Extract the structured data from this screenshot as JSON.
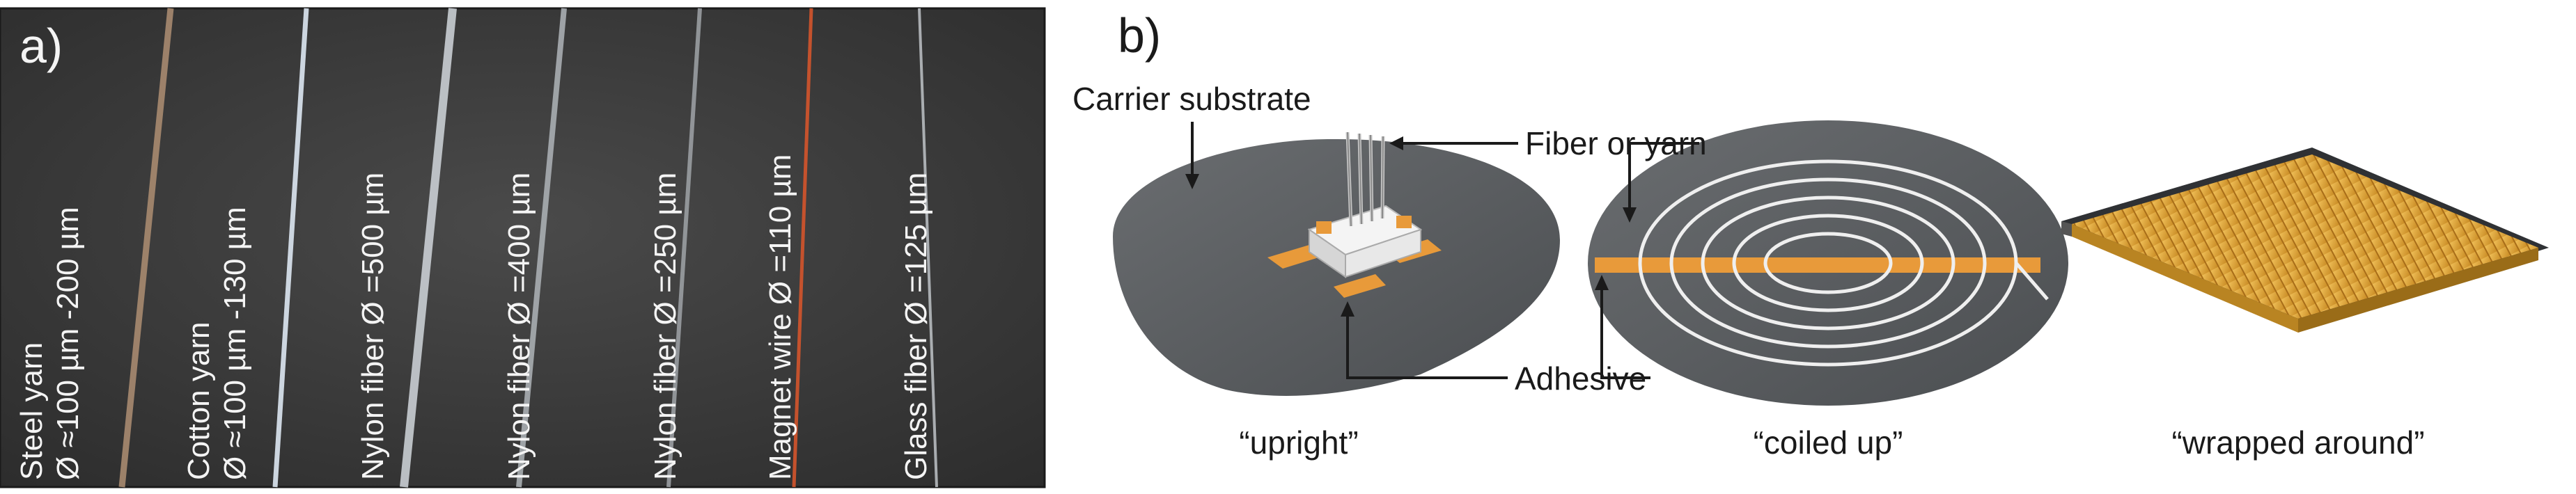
{
  "panel_a": {
    "label": "a)",
    "fibers": [
      {
        "line1": "Steel yarn",
        "line2": "Ø ≈100 µm -200 µm",
        "color": "#a88a70"
      },
      {
        "line1": "Cotton yarn",
        "line2": "Ø ≈100 µm -130 µm",
        "color": "#dde7f2"
      },
      {
        "line1": "Nylon fiber Ø =500 µm",
        "line2": "",
        "color": "#c9ced3"
      },
      {
        "line1": "Nylon fiber Ø =400 µm",
        "line2": "",
        "color": "#a9aeb2"
      },
      {
        "line1": "Nylon fiber Ø =250 µm",
        "line2": "",
        "color": "#9a9ea2"
      },
      {
        "line1": "Magnet wire Ø =110 µm",
        "line2": "",
        "color": "#d4552c"
      },
      {
        "line1": "Glass fiber Ø =125 µm",
        "line2": "",
        "color": "#b7bbbf"
      }
    ]
  },
  "panel_b": {
    "label": "b)",
    "callouts": {
      "carrier": "Carrier substrate",
      "fiber": "Fiber or yarn",
      "adhesive": "Adhesive"
    },
    "captions": [
      "“upright”",
      "“coiled up”",
      "“wrapped around”"
    ]
  },
  "colors": {
    "photo_bg": "#3a3a3a",
    "substrate": "#5b5e61",
    "adhesive": "#e89a3a",
    "gold": "#e0a53a"
  }
}
